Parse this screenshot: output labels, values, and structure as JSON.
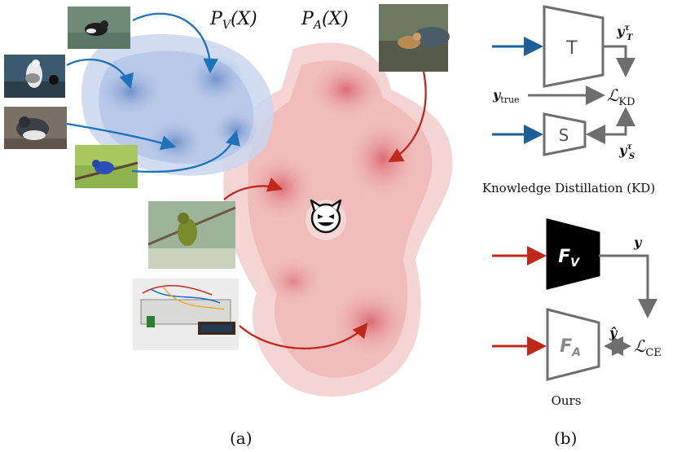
{
  "panel_a": {
    "caption": "(a)",
    "dist_victim": {
      "symbol": "P",
      "sub": "V",
      "arg": "(X)"
    },
    "dist_adversary": {
      "symbol": "P",
      "sub": "A",
      "arg": "(X)"
    },
    "colors": {
      "victim": "#7f9cce",
      "adversary": "#e58a8a",
      "arrow_blue": "#1d72b8",
      "arrow_red": "#c0281c"
    }
  },
  "panel_b": {
    "caption": "(b)",
    "kd": {
      "teacher": "T",
      "student": "S",
      "y_teacher": {
        "base": "y",
        "sup": "τ",
        "sub": "T"
      },
      "y_student": {
        "base": "y",
        "sup": "τ",
        "sub": "S"
      },
      "y_true": {
        "base": "y",
        "sub": "true"
      },
      "loss": {
        "base": "ℒ",
        "sub": "KD"
      },
      "title": "Knowledge Distillation (KD)"
    },
    "ours": {
      "victim_model": {
        "base": "F",
        "sub": "V"
      },
      "adversary_model": {
        "base": "F",
        "sub": "A"
      },
      "y": "y",
      "y_hat": "ŷ",
      "loss": {
        "base": "ℒ",
        "sub": "CE"
      },
      "title": "Ours"
    },
    "colors": {
      "arrow_blue": "#1d5f95",
      "arrow_red": "#c0281c",
      "gray": "#6e6e6e",
      "victim_fill": "#000000"
    }
  }
}
